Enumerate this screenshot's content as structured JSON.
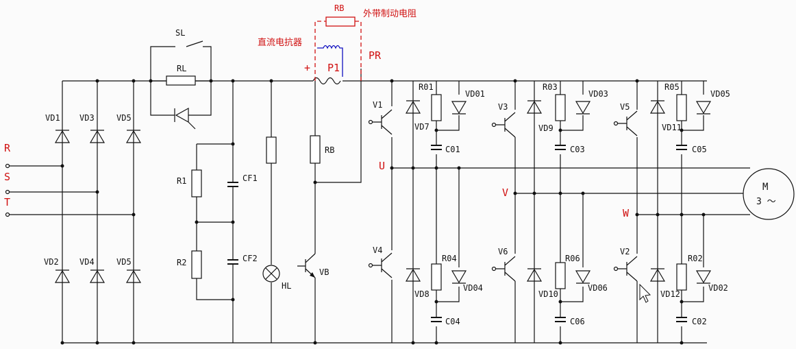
{
  "diagram": {
    "inputs": [
      "R",
      "S",
      "T"
    ],
    "rectifier_diodes": [
      "VD1",
      "VD3",
      "VD5",
      "VD2",
      "VD4",
      "VD5"
    ],
    "charge_switch": "SL",
    "charge_resistor": "RL",
    "resistors": {
      "r1": "R1",
      "r2": "R2",
      "rb": "RB"
    },
    "capacitors": {
      "cf1": "CF1",
      "cf2": "CF2"
    },
    "lamp": "HL",
    "brake_transistor": "VB",
    "external_brake_resistor": "RB",
    "external_brake_label": "外带制动电阻",
    "dc_reactor_label": "直流电抗器",
    "plus": "+",
    "p1": "P1",
    "pr": "PR",
    "transistors": [
      "V1",
      "V3",
      "V5",
      "V4",
      "V6",
      "V2"
    ],
    "snubber_resistors": [
      "R01",
      "R03",
      "R05",
      "R04",
      "R06",
      "R02"
    ],
    "snubber_diodes": [
      "VD01",
      "VD03",
      "VD05",
      "VD04",
      "VD06",
      "VD02"
    ],
    "free_diodes": [
      "VD7",
      "VD9",
      "VD11",
      "VD8",
      "VD10",
      "VD12"
    ],
    "snubber_caps": [
      "C01",
      "C03",
      "C05",
      "C04",
      "C06",
      "C02"
    ],
    "outputs": [
      "U",
      "V",
      "W"
    ],
    "motor": "M",
    "motor_phase": "3 ～"
  }
}
